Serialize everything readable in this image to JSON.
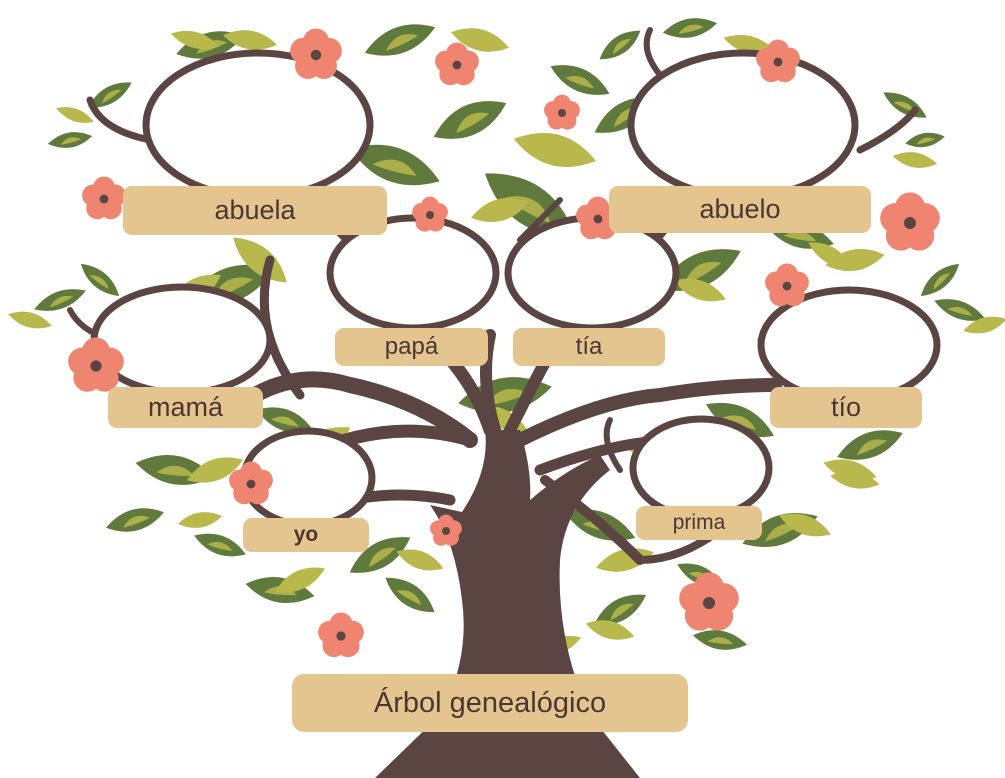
{
  "diagram": {
    "title": "Árbol genealógico",
    "members": {
      "abuela": "abuela",
      "abuelo": "abuelo",
      "papa": "papá",
      "tia": "tía",
      "mama": "mamá",
      "tio": "tío",
      "yo": "yo",
      "prima": "prima"
    }
  },
  "colors": {
    "trunk": "#5a4542",
    "leaf_dark": "#5f7a3c",
    "leaf_light": "#b8b84c",
    "flower": "#ef8470",
    "flower_center": "#5a4542",
    "label_bg": "#e4c48f",
    "label_text": "#4a3733"
  },
  "icons": [
    "leaf-icon",
    "flower-icon"
  ]
}
